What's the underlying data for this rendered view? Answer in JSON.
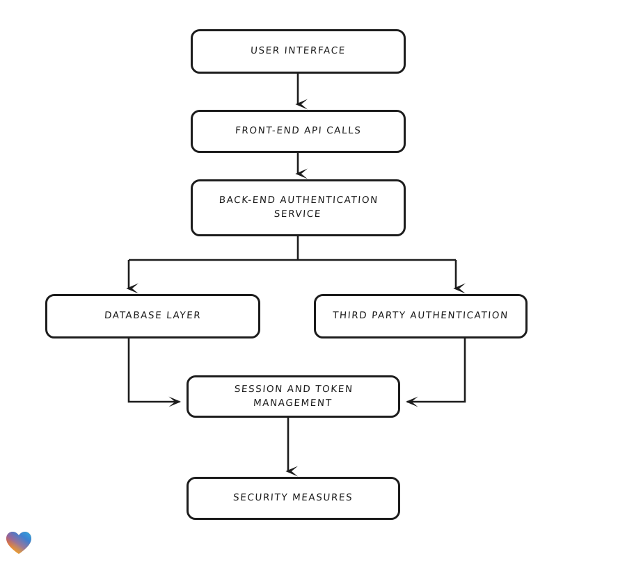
{
  "diagram": {
    "type": "flowchart",
    "style": "hand-drawn",
    "background_color": "#ffffff",
    "stroke_color": "#1c1c1c",
    "nodes": [
      {
        "id": "user-interface",
        "label": "User Interface"
      },
      {
        "id": "frontend-api",
        "label": "Front-End API Calls"
      },
      {
        "id": "backend-auth",
        "label": "Back-End Authentication\nService"
      },
      {
        "id": "database-layer",
        "label": "Database Layer"
      },
      {
        "id": "third-party-auth",
        "label": "Third Party Authentication"
      },
      {
        "id": "session-token",
        "label": "Session and Token\nManagement"
      },
      {
        "id": "security-measures",
        "label": "Security Measures"
      }
    ],
    "edges": [
      {
        "from": "user-interface",
        "to": "frontend-api",
        "direction": "down"
      },
      {
        "from": "frontend-api",
        "to": "backend-auth",
        "direction": "down"
      },
      {
        "from": "backend-auth",
        "to": "database-layer",
        "direction": "down-split-left"
      },
      {
        "from": "backend-auth",
        "to": "third-party-auth",
        "direction": "down-split-right"
      },
      {
        "from": "database-layer",
        "to": "session-token",
        "direction": "down-then-right"
      },
      {
        "from": "third-party-auth",
        "to": "session-token",
        "direction": "down-then-left"
      },
      {
        "from": "session-token",
        "to": "security-measures",
        "direction": "down"
      }
    ]
  },
  "watermark": {
    "icon": "heart-icon",
    "colors": [
      "#e8352a",
      "#f79421",
      "#f5a623",
      "#2fa8dd",
      "#3f51b5"
    ]
  }
}
